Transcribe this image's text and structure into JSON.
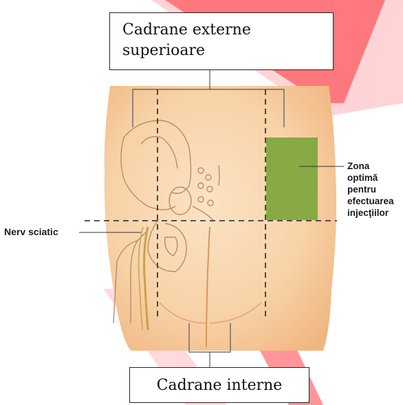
{
  "labels": {
    "top_box_line1": "Cadrane externe",
    "top_box_line2": "superioare",
    "bottom_box": "Cadrane interne",
    "sciatic_nerve": "Nerv sciatic",
    "optimal_zone": [
      "Zona",
      "optimă",
      "pentru",
      "efectuarea",
      "injecţiilor"
    ]
  },
  "colors": {
    "background_watermark": "#ff5a5f",
    "skin": "#f6c79a",
    "skin_light": "#fbe3c4",
    "optimal_zone": "#7aa53a",
    "lines": "#333333"
  }
}
